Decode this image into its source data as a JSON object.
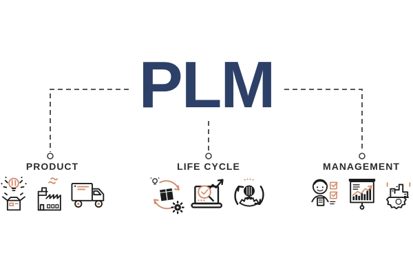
{
  "title": "PLM",
  "colors": {
    "navy": "#2d4068",
    "ink": "#1c1c1c",
    "accent": "#d08c6a",
    "label": "#2b2b2b",
    "line": "#3f3f3f",
    "bg": "#ffffff"
  },
  "groups": [
    {
      "label": "PRODUCT",
      "icons": [
        "idea-box-icon",
        "factory-icon",
        "delivery-truck-icon"
      ]
    },
    {
      "label": "LIFE CYCLE",
      "icons": [
        "package-cycle-icon",
        "laptop-analysis-icon",
        "innovation-cycle-icon"
      ]
    },
    {
      "label": "MANAGEMENT",
      "icons": [
        "person-checklist-icon",
        "presentation-chart-icon",
        "machine-gear-icon"
      ]
    }
  ]
}
